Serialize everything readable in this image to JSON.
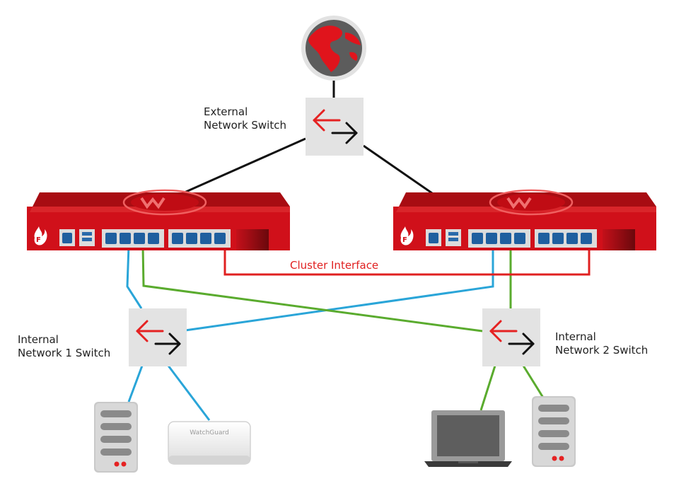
{
  "labels": {
    "external_switch": [
      "External",
      "Network Switch"
    ],
    "internal_switch_1": [
      "Internal",
      "Network 1 Switch"
    ],
    "internal_switch_2": [
      "Internal",
      "Network 2 Switch"
    ],
    "cluster_interface": "Cluster Interface"
  },
  "appliance_logo_text": "WatchGuard",
  "colors": {
    "firebox_red": "#d0101a",
    "firebox_dark": "#a80c12",
    "link_external": "#111111",
    "link_network_1": "#2aa5d8",
    "link_network_2": "#5aab2e",
    "link_cluster": "#e02020",
    "arrow_red": "#e52222",
    "arrow_black": "#111111",
    "switch_fill": "#e3e3e3",
    "label_text": "#222222"
  },
  "icons": [
    "globe-icon",
    "switch-icon",
    "firebox-icon",
    "server-icon",
    "access-point-icon",
    "laptop-icon"
  ]
}
